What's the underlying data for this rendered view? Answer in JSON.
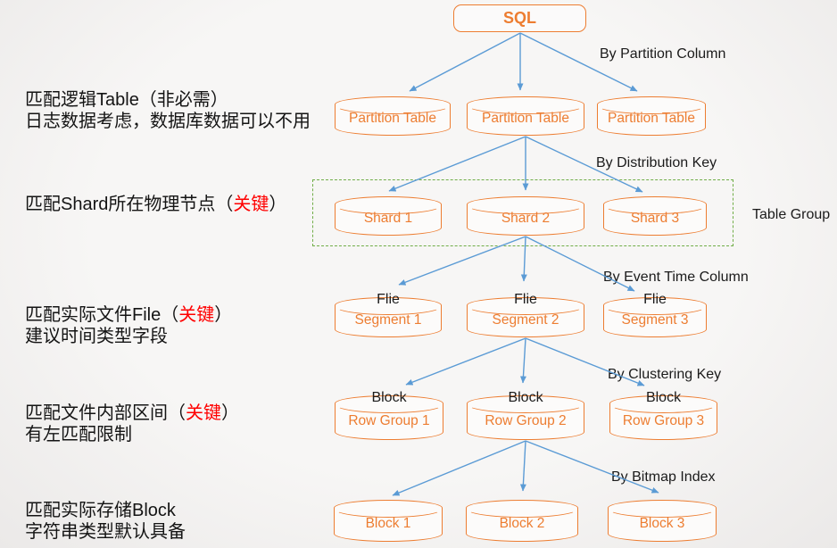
{
  "colors": {
    "node_orange": "#ED7D31",
    "arrow_blue": "#5B9BD5",
    "group_green": "#70AD47",
    "key_red": "#FF0000",
    "text_black": "#1b1b1b"
  },
  "tree": {
    "root": "SQL",
    "levels": [
      {
        "edge_label": "By Partition Column",
        "nodes": [
          "Partition Table",
          "Partition Table",
          "Partition Table"
        ]
      },
      {
        "edge_label": "By Distribution Key",
        "group_label": "Table Group",
        "nodes": [
          "Shard 1",
          "Shard 2",
          "Shard 3"
        ]
      },
      {
        "edge_label": "By Event Time Column",
        "top_label": "Flie",
        "nodes": [
          "Segment 1",
          "Segment 2",
          "Segment 3"
        ]
      },
      {
        "edge_label": "By Clustering Key",
        "top_label": "Block",
        "nodes": [
          "Row Group 1",
          "Row Group 2",
          "Row Group 3"
        ]
      },
      {
        "edge_label": "By Bitmap Index",
        "nodes": [
          "Block 1",
          "Block 2",
          "Block 3"
        ]
      }
    ]
  },
  "annotations": [
    {
      "pre": "匹配逻辑Table（非必需）",
      "key": "",
      "post": "",
      "line2": "日志数据考虑，数据库数据可以不用"
    },
    {
      "pre": "匹配Shard所在物理节点（",
      "key": "关键",
      "post": "）",
      "line2": ""
    },
    {
      "pre": "匹配实际文件File（",
      "key": "关键",
      "post": "）",
      "line2": "建议时间类型字段"
    },
    {
      "pre": "匹配文件内部区间（",
      "key": "关键",
      "post": "）",
      "line2": "有左匹配限制"
    },
    {
      "pre": "匹配实际存储Block",
      "key": "",
      "post": "",
      "line2": "字符串类型默认具备"
    }
  ]
}
